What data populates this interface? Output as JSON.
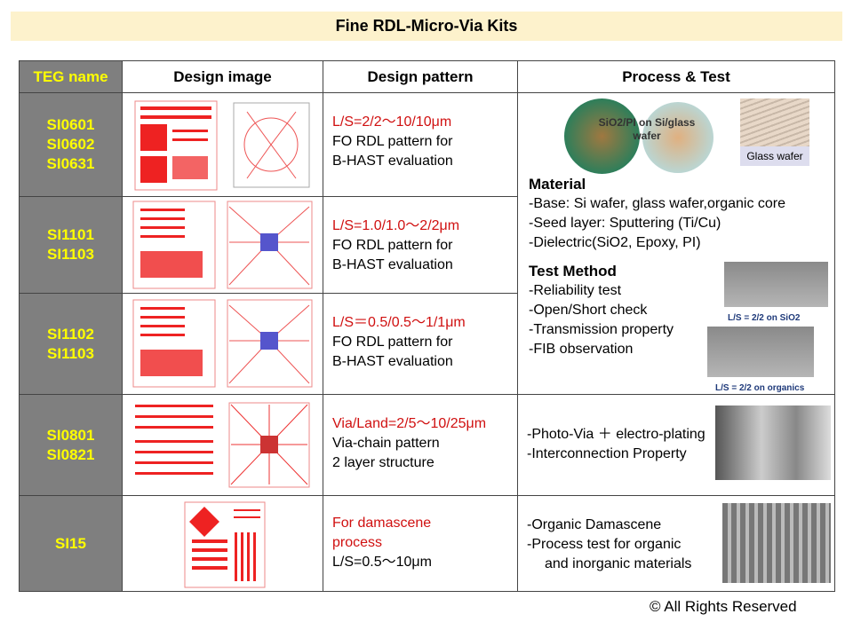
{
  "title": "Fine RDL-Micro-Via Kits",
  "headers": [
    "TEG name",
    "Design image",
    "Design pattern",
    "Process & Test"
  ],
  "rows": [
    {
      "teg": [
        "SI0601",
        "SI0602",
        "SI0631"
      ],
      "pattern_red": "L/S=2/2～10/10μm",
      "pattern": [
        "FO RDL pattern for",
        "B-HAST evaluation"
      ]
    },
    {
      "teg": [
        "SI1101",
        "SI1103"
      ],
      "pattern_red": "L/S=1.0/1.0～2/2μm",
      "pattern": [
        "FO RDL pattern for",
        "B-HAST evaluation"
      ]
    },
    {
      "teg": [
        "SI1102",
        "SI1103"
      ],
      "pattern_red": "L/S＝0.5/0.5～1/1μm",
      "pattern": [
        "FO RDL pattern for",
        "B-HAST evaluation"
      ]
    },
    {
      "teg": [
        "SI0801",
        "SI0821"
      ],
      "pattern_red": "Via/Land=2/5～10/25μm",
      "pattern": [
        "Via-chain pattern",
        "2 layer structure"
      ]
    },
    {
      "teg": [
        "SI15"
      ],
      "pattern_red": "For damascene process",
      "pattern": [
        "L/S=0.5～10μm"
      ]
    }
  ],
  "process": {
    "wafer_label": "SiO2/PI on Si/glass wafer",
    "glass_caption": "Glass wafer",
    "material_title": "Material",
    "material": [
      "-Base: Si wafer, glass wafer,organic core",
      "-Seed layer: Sputtering (Ti/Cu)",
      "-Dielectric(SiO2, Epoxy, PI)"
    ],
    "test_title": "Test Method",
    "test": [
      "-Reliability test",
      "-Open/Short check",
      "-Transmission property",
      "-FIB observation"
    ],
    "sem1_caption": "L/S = 2/2 on SiO2",
    "sem2_caption": "L/S = 2/2 on organics",
    "via": [
      "-Photo-Via ＋ electro-plating",
      "-Interconnection Property"
    ],
    "dam": [
      "-Organic Damascene",
      "-Process test for organic",
      "and inorganic materials"
    ]
  },
  "copyright": "© All Rights Reserved"
}
